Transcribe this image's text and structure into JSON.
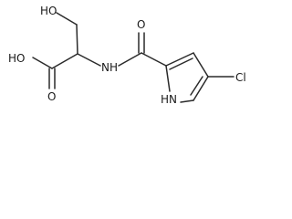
{
  "molecule": {
    "atoms": {
      "hydroxyl": "HO",
      "acid_hydroxyl": "HO",
      "acid_oxygen": "O",
      "amide_nitrogen": "NH",
      "amide_oxygen": "O",
      "pyrrole_nitrogen": "HN",
      "chlorine": "Cl"
    }
  }
}
